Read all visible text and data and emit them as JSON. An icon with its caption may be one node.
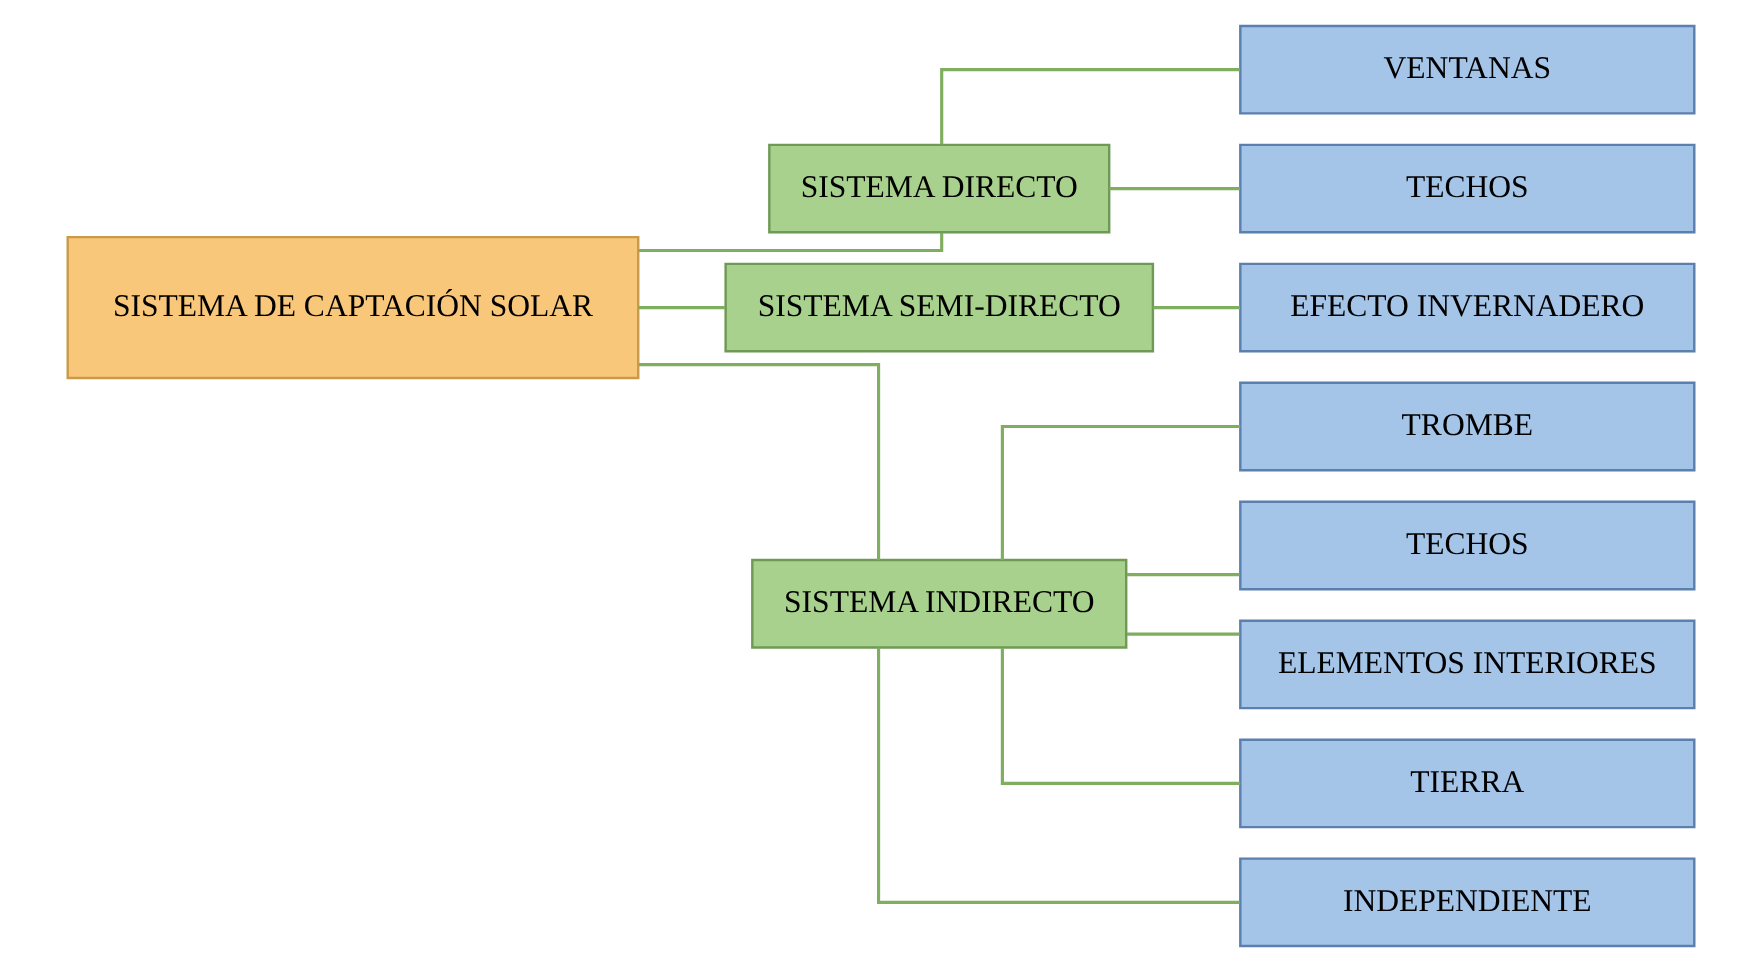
{
  "diagram": {
    "nodes": [
      {
        "text": [
          "SISTEMA DE CAPTACIÓN SOLAR"
        ]
      },
      {
        "text": [
          "SISTEMA DIRECTO"
        ]
      },
      {
        "text": [
          "SISTEMA SEMI-DIRECTO"
        ]
      },
      {
        "text": [
          "SISTEMA INDIRECTO"
        ]
      },
      {
        "text": [
          "VENTANAS"
        ]
      },
      {
        "text": [
          "TECHOS"
        ]
      },
      {
        "text": [
          "EFECTO INVERNADERO"
        ]
      },
      {
        "text": [
          "TROMBE"
        ]
      },
      {
        "text": [
          "TECHOS"
        ]
      },
      {
        "text": [
          "ELEMENTOS INTERIORES"
        ]
      },
      {
        "text": [
          "TIERRA"
        ]
      },
      {
        "text": [
          "INDEPENDIENTE"
        ]
      }
    ],
    "edges": [
      {
        "from": 0,
        "to": 1,
        "arrow": "none"
      },
      {
        "from": 0,
        "to": 2,
        "arrow": "none"
      },
      {
        "from": 0,
        "to": 3,
        "arrow": "none"
      },
      {
        "from": 1,
        "to": 4,
        "arrow": "none"
      },
      {
        "from": 1,
        "to": 5,
        "arrow": "none"
      },
      {
        "from": 2,
        "to": 6,
        "arrow": "none"
      },
      {
        "from": 3,
        "to": 7,
        "arrow": "none"
      },
      {
        "from": 3,
        "to": 8,
        "arrow": "none"
      },
      {
        "from": 3,
        "to": 9,
        "arrow": "none"
      },
      {
        "from": 3,
        "to": 10,
        "arrow": "none"
      },
      {
        "from": 3,
        "to": 11,
        "arrow": "none"
      }
    ]
  }
}
